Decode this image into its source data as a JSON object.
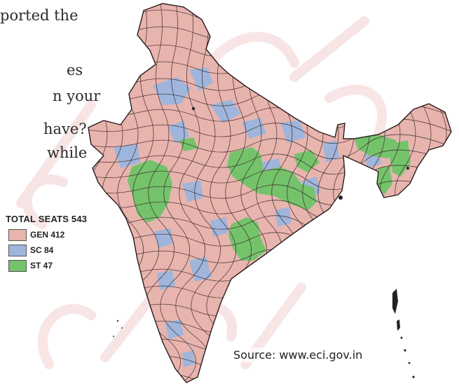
{
  "text_fragments": [
    "ported the",
    "es",
    "n your",
    "have?",
    "while"
  ],
  "legend": {
    "title": "TOTAL SEATS 543",
    "items": [
      {
        "label": "GEN 412",
        "category": "GEN",
        "seats": 412,
        "color": "#e8b4ae"
      },
      {
        "label": "SC 84",
        "category": "SC",
        "seats": 84,
        "color": "#9fb5dc"
      },
      {
        "label": "ST 47",
        "category": "ST",
        "seats": 47,
        "color": "#74c36b"
      }
    ]
  },
  "source": "Source: www.eci.gov.in",
  "colors": {
    "boundary": "#3a2a2a",
    "watermark": "#e9b2b2"
  }
}
